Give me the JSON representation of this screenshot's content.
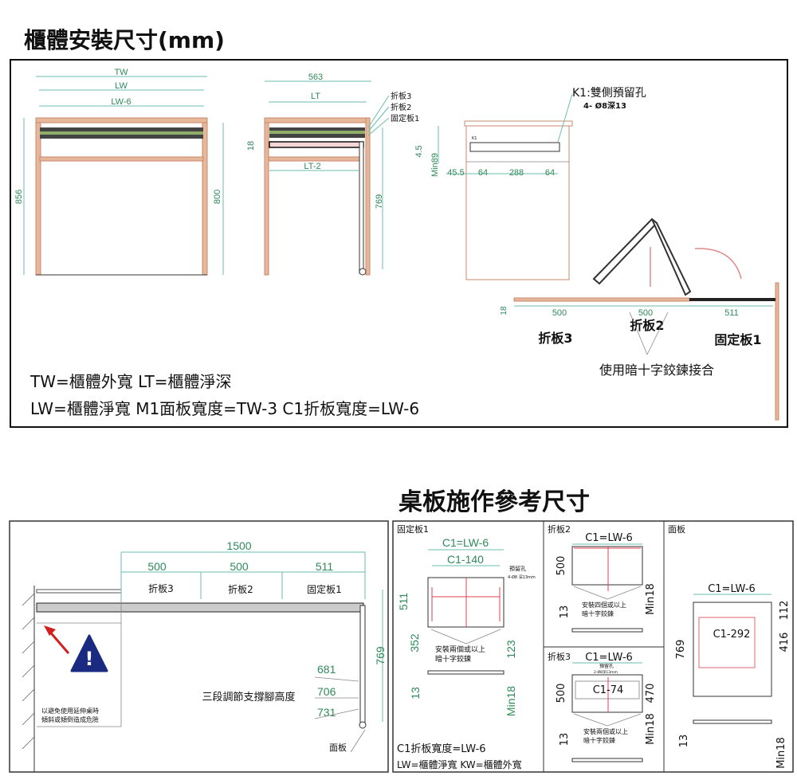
{
  "titles": {
    "install": "櫃體安裝尺寸(mm)",
    "desk": "桌板施作參考尺寸"
  },
  "top": {
    "front": {
      "tw": "TW",
      "lw": "LW",
      "lw6": "LW-6",
      "h856": "856"
    },
    "side": {
      "d563": "563",
      "lt": "LT",
      "lt2": "LT-2",
      "h800": "800",
      "h18": "18",
      "h769": "769",
      "labels": [
        "折板3",
        "折板2",
        "固定板1"
      ]
    },
    "hole": {
      "title": "K1:雙側預留孔",
      "spec": "4- Ø8深13",
      "d45": "4.5",
      "min89": "Min89",
      "dims": [
        "45.5",
        "64",
        "288",
        "64"
      ],
      "k": "K1"
    },
    "unfold": {
      "t18": "18",
      "d1": "500",
      "d2": "500",
      "d3": "511",
      "p3": "折板3",
      "p2": "折板2",
      "p1": "固定板1",
      "hinge": "使用暗十字鉸鍊接合"
    },
    "legend1": "TW=櫃體外寬 LT=櫃體淨深",
    "legend2": "LW=櫃體淨寬 M1面板寬度=TW-3 C1折板寬度=LW-6"
  },
  "bottom": {
    "left": {
      "total": "1500",
      "d1": "500",
      "d2": "500",
      "d3": "511",
      "p3": "折板3",
      "p2": "折板2",
      "p1": "固定板1",
      "h769": "769",
      "heights": [
        "681",
        "706",
        "731"
      ],
      "adjust": "三段調節支撐腳高度",
      "warn1": "以避免使用延伸桌時",
      "warn2": "傾斜或傾倒造成危險",
      "panel": "面板"
    },
    "fixed": {
      "title": "固定板1",
      "c1": "C1=LW-6",
      "c140": "C1-140",
      "hole1": "預留孔",
      "hole2": "4-Ø8 深13mm",
      "d511": "511",
      "d352": "352",
      "d123": "123",
      "d13": "13",
      "min18": "Min18",
      "note1": "安裝兩個或以上",
      "note2": "暗十字鉸鍊",
      "foot1": "C1折板寬度=LW-6",
      "foot2": "LW=櫃體淨寬  KW=櫃體外寬"
    },
    "fold2": {
      "title": "折板2",
      "c1": "C1=LW-6",
      "d500": "500",
      "d13": "13",
      "min18": "Min18",
      "note1": "安裝四個或以上",
      "note2": "暗十字鉸鍊"
    },
    "fold3": {
      "title": "折板3",
      "c1": "C1=LW-6",
      "hole1": "預留孔",
      "hole2": "2-Ø8深13mm",
      "c74": "C1-74",
      "d500": "500",
      "d470": "470",
      "d13": "13",
      "min18": "Min18",
      "note1": "安裝兩個或以上",
      "note2": "暗十字鉸鍊"
    },
    "panel": {
      "title": "面板",
      "c1": "C1=LW-6",
      "c292": "C1-292",
      "d769": "769",
      "d112": "112",
      "d416": "416",
      "d13": "13",
      "min18": "Min18"
    }
  }
}
